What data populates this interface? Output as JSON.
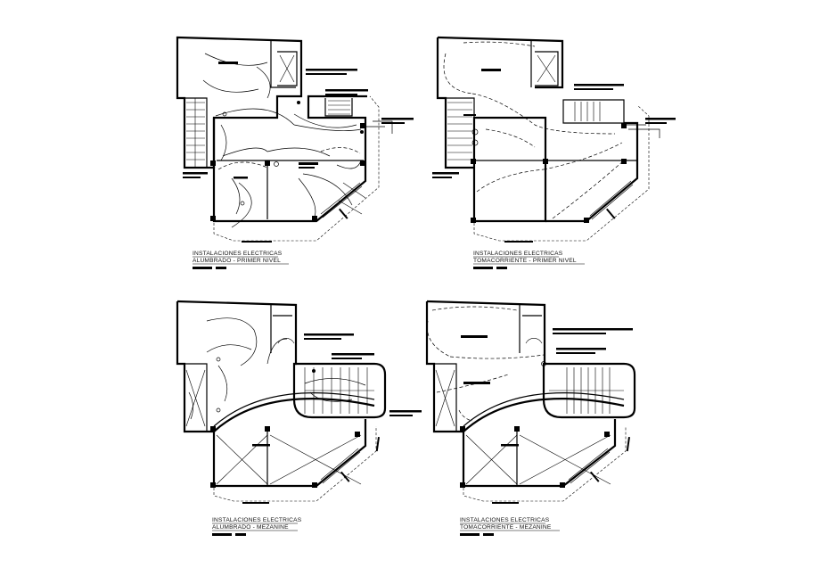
{
  "sheet": {
    "plans": [
      {
        "line1": "INSTALACIONES ELECTRICAS",
        "line2": "ALUMBRADO - PRIMER NIVEL"
      },
      {
        "line1": "INSTALACIONES ELECTRICAS",
        "line2": "TOMACORRIENTE - PRIMER NIVEL"
      },
      {
        "line1": "INSTALACIONES ELECTRICAS",
        "line2": "ALUMBRADO - MEZANINE"
      },
      {
        "line1": "INSTALACIONES ELECTRICAS",
        "line2": "TOMACORRIENTE - MEZANINE"
      }
    ]
  }
}
